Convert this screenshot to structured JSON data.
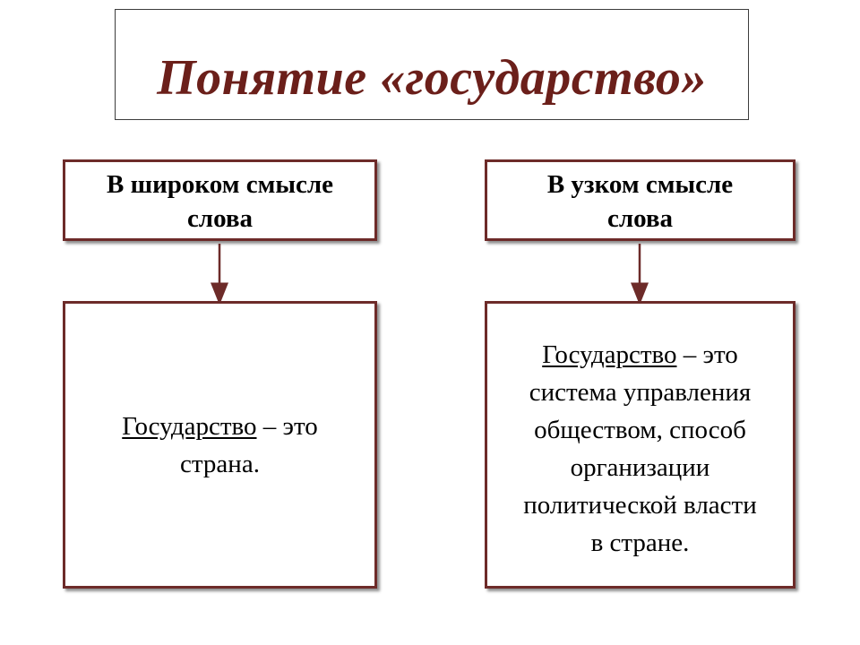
{
  "title": "Понятие «государство»",
  "branches": [
    {
      "heading_line1": "В широком смысле",
      "heading_line2": "слова",
      "term": "Государство",
      "definition_lines": [
        "– это",
        "страна."
      ]
    },
    {
      "heading_line1": "В узком смысле",
      "heading_line2": "слова",
      "term": "Государство",
      "definition_lines": [
        "– это",
        "система управления",
        "обществом, способ",
        "организации",
        "политической власти",
        "в стране."
      ]
    }
  ],
  "colors": {
    "title": "#6b1f1a",
    "border": "#6d2b29",
    "connector": "#6d2b29"
  }
}
